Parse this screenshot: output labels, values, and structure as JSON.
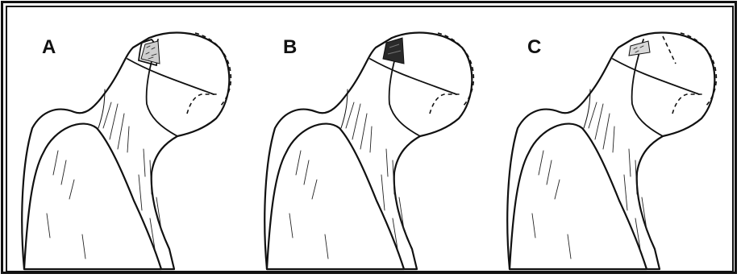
{
  "panels": [
    {
      "id": "A",
      "label": "A",
      "lesion": "stippled"
    },
    {
      "id": "B",
      "label": "B",
      "lesion": "dense"
    },
    {
      "id": "C",
      "label": "C",
      "lesion": "small"
    }
  ],
  "colors": {
    "ink": "#111111",
    "background": "#ffffff"
  }
}
